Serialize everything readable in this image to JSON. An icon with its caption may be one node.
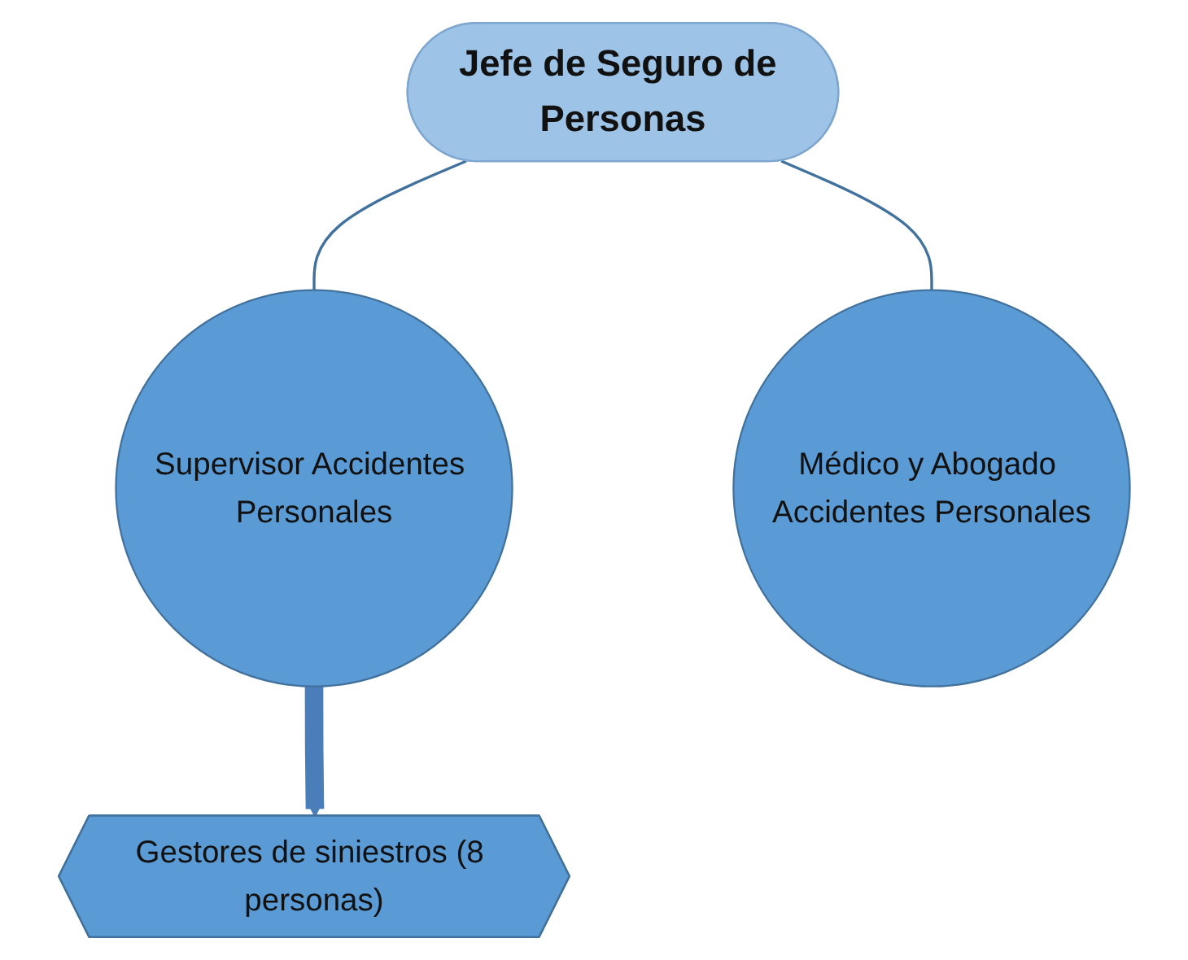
{
  "diagram": {
    "nodes": [
      {
        "text": [
          "Jefe de Seguro de Personas"
        ]
      },
      {
        "text": [
          "Supervisor Accidentes Personales"
        ]
      },
      {
        "text": [
          "Médico y Abogado Accidentes Personales"
        ]
      },
      {
        "text": [
          "Gestores de siniestros (8 personas)"
        ]
      }
    ],
    "edges": [
      {
        "from": 0,
        "to": 1,
        "arrow": "none"
      },
      {
        "from": 0,
        "to": 2,
        "arrow": "none"
      },
      {
        "from": 1,
        "to": 3,
        "arrow": "to",
        "style": "thick",
        "color": "#4a7ebb"
      }
    ]
  }
}
